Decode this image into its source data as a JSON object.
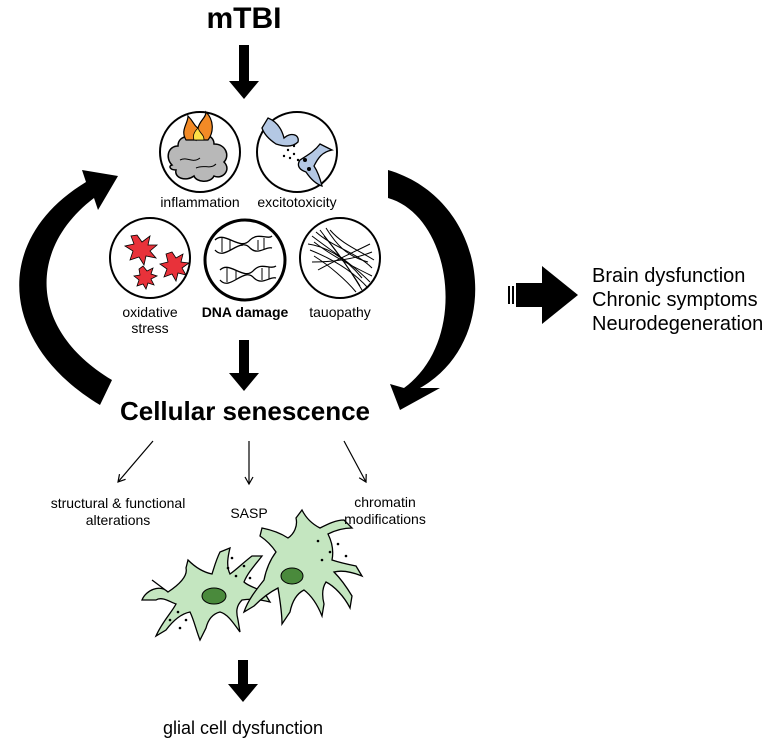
{
  "title": "mTBI",
  "mechanisms": {
    "inflammation": "inflammation",
    "excitotoxicity": "excitotoxicity",
    "oxidative_stress": [
      "oxidative",
      "stress"
    ],
    "dna_damage": "DNA damage",
    "tauopathy": "tauopathy"
  },
  "hub": "Cellular senescence",
  "outcomes": [
    "Brain dysfunction",
    "Chronic symptoms",
    "Neurodegeneration"
  ],
  "consequences": {
    "structural": [
      "structural & functional",
      "alterations"
    ],
    "sasp": "SASP",
    "chromatin": [
      "chromatin",
      "modifications"
    ]
  },
  "bottom": "glial cell dysfunction",
  "colors": {
    "arrow": "#000000",
    "cell_fill": "#c4e6c0",
    "cell_nucleus": "#4a8a3c",
    "star_red": "#e8323a",
    "neuron_blue": "#b4c8e4",
    "brain_grey": "#b8b8b8",
    "flame_orange": "#f28a26",
    "flame_yellow": "#fde047"
  }
}
